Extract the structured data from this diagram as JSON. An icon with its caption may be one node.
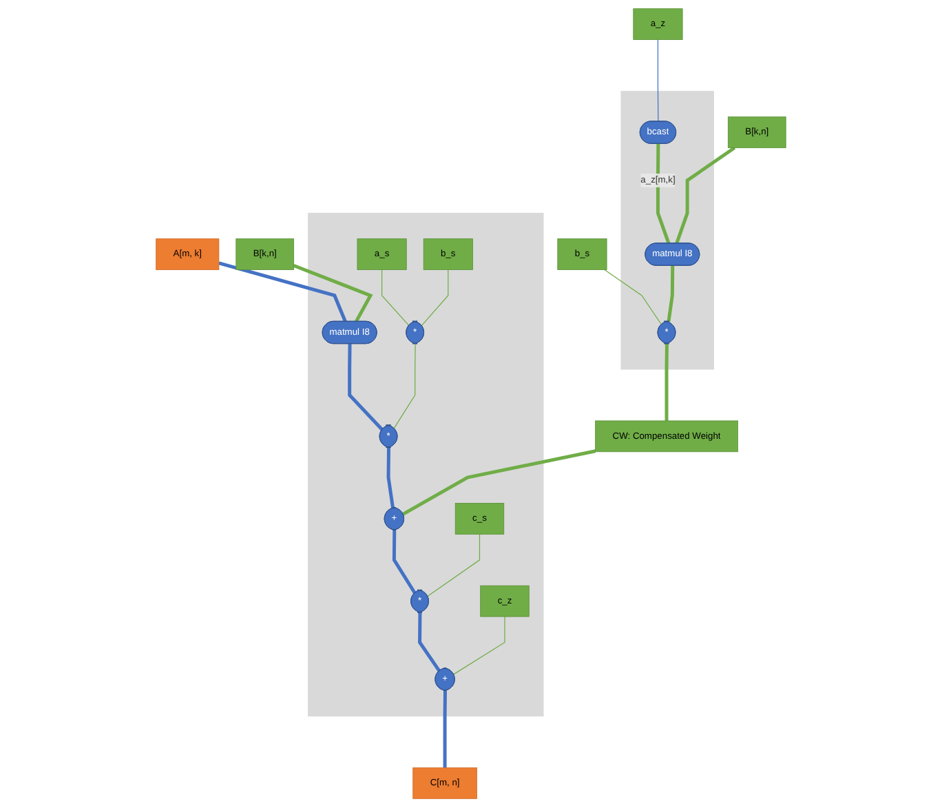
{
  "diagram": {
    "nodes": [
      {
        "text": [
          "A[m, k]"
        ]
      },
      {
        "text": [
          "B[k,n]"
        ]
      },
      {
        "text": [
          "CW: Compensated Weight"
        ]
      },
      {
        "text": [],
        "shape": "box"
      },
      {
        "text": [
          "matmul I8"
        ],
        "in": 3
      },
      {
        "text": [
          "a_s"
        ],
        "in": 3
      },
      {
        "text": [
          "b_s"
        ],
        "in": 3
      },
      {
        "text": [
          "*"
        ],
        "in": 3
      },
      {
        "text": [
          "*"
        ],
        "in": 3
      },
      {
        "text": [
          "+"
        ],
        "in": 3
      },
      {
        "text": [
          "c_s"
        ],
        "in": 3
      },
      {
        "text": [
          "*"
        ],
        "in": 3
      },
      {
        "text": [
          "c_z"
        ],
        "in": 3
      },
      {
        "text": [
          "+"
        ],
        "in": 3
      },
      {
        "text": [
          "C[m, n]"
        ]
      },
      {
        "text": [
          "a_z"
        ]
      },
      {
        "text": [
          "B[k,n]"
        ]
      },
      {
        "text": [
          "b_s"
        ]
      },
      {
        "text": [],
        "shape": "box"
      },
      {
        "text": [
          "bcast"
        ],
        "in": 18
      },
      {
        "text": [
          "matmul I8"
        ],
        "in": 18
      },
      {
        "text": [
          "*"
        ],
        "in": 18
      }
    ],
    "edges": [
      {
        "from": 0,
        "to": 4,
        "arrow": "none",
        "color": "#4472c4"
      },
      {
        "from": 1,
        "to": 4,
        "arrow": "none"
      },
      {
        "from": 4,
        "to": 8,
        "arrow": "none",
        "color": "#4472c4"
      },
      {
        "from": 5,
        "to": 7,
        "arrow": "none"
      },
      {
        "from": 6,
        "to": 7,
        "arrow": "none"
      },
      {
        "from": 7,
        "to": 8,
        "arrow": "none"
      },
      {
        "from": 8,
        "to": 9,
        "arrow": "none",
        "color": "#4472c4"
      },
      {
        "from": 2,
        "to": 9,
        "arrow": "none"
      },
      {
        "from": 9,
        "to": 11,
        "arrow": "none",
        "color": "#4472c4"
      },
      {
        "from": 10,
        "to": 11,
        "arrow": "none"
      },
      {
        "from": 11,
        "to": 13,
        "arrow": "none",
        "color": "#4472c4"
      },
      {
        "from": 12,
        "to": 13,
        "arrow": "none"
      },
      {
        "from": 13,
        "to": 14,
        "arrow": "none",
        "color": "#4472c4"
      },
      {
        "from": 15,
        "to": 19,
        "arrow": "none",
        "color": "#4472c4"
      },
      {
        "from": 19,
        "to": 20,
        "arrow": "none",
        "label": "a_z[m,k]"
      },
      {
        "from": 16,
        "to": 20,
        "arrow": "none"
      },
      {
        "from": 17,
        "to": 21,
        "arrow": "none"
      },
      {
        "from": 20,
        "to": 21,
        "arrow": "none"
      },
      {
        "from": 21,
        "to": 2,
        "arrow": "none"
      }
    ]
  }
}
